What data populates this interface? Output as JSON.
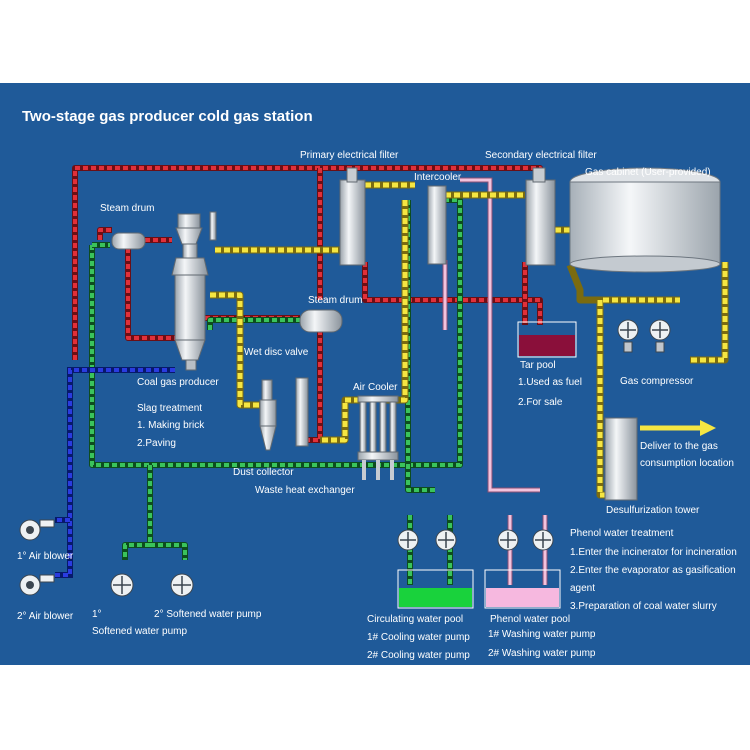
{
  "title": "Two-stage gas producer cold gas station",
  "equipment": {
    "primary_filter": "Primary electrical filter",
    "secondary_filter": "Secondary electrical filter",
    "intercooler": "Intercooler",
    "gas_cabinet": "Gas cabinet (User-provided)",
    "steam_drum_top": "Steam drum",
    "steam_drum_mid": "Steam drum",
    "coal_gas_producer": "Coal gas producer",
    "wet_disc_valve": "Wet disc valve",
    "air_cooler": "Air Cooler",
    "dust_collector": "Dust collector",
    "waste_heat_exchanger": "Waste heat exchanger",
    "gas_compressor": "Gas compressor",
    "desulfurization_tower": "Desulfurization tower",
    "deliver": [
      "Deliver to the gas",
      "consumption location"
    ]
  },
  "tar_pool": {
    "label": "Tar pool",
    "uses": [
      "1.Used as fuel",
      "2.For sale"
    ]
  },
  "slag": {
    "label": "Slag treatment",
    "items": [
      "1. Making brick",
      "2.Paving"
    ]
  },
  "blowers": {
    "blower1": "1° Air blower",
    "blower2": "2° Air blower"
  },
  "softened": {
    "pump1": "1°",
    "pump2": "2° Softened water pump",
    "caption": "Softened water pump"
  },
  "circulating": {
    "label": "Circulating water pool",
    "pumps": [
      "1# Cooling water pump",
      "2# Cooling water pump"
    ]
  },
  "phenol_pool": {
    "label": "Phenol water pool",
    "pumps": [
      "1# Washing water pump",
      "2# Washing water pump"
    ]
  },
  "phenol_treatment": {
    "title": "Phenol water treatment",
    "items": [
      "1.Enter the incinerator for incineration",
      "2.Enter the evaporator as gasification",
      "agent",
      "3.Preparation of coal water slurry"
    ]
  },
  "colors": {
    "background": "#1f5a99",
    "gas_pipe": "#f5e642",
    "tar_pipe": "#c0202a",
    "water_pipe": "#2ea84a",
    "air_pipe": "#1a2fd0",
    "phenol_pipe": "#f0b8d8",
    "tar_pool": "#8a0f3a",
    "circulating_pool": "#19d23c",
    "phenol_pool": "#f6b8df"
  }
}
